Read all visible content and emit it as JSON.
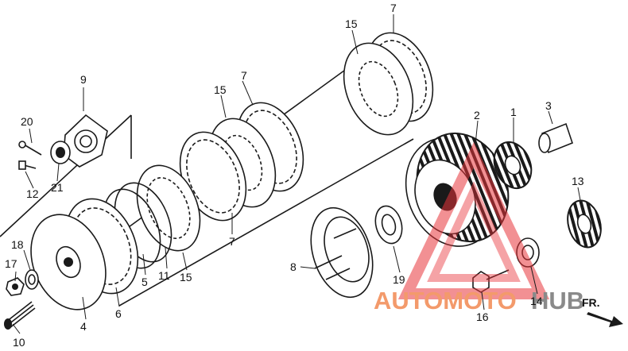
{
  "diagram": {
    "part_labels": {
      "p1": "1",
      "p2": "2",
      "p3": "3",
      "p4": "4",
      "p5": "5",
      "p6": "6",
      "p7a": "7",
      "p7b": "7",
      "p7c": "7",
      "p8": "8",
      "p9": "9",
      "p10": "10",
      "p11": "11",
      "p12": "12",
      "p13": "13",
      "p14": "14",
      "p15a": "15",
      "p15b": "15",
      "p15c": "15",
      "p16": "16",
      "p17": "17",
      "p18": "18",
      "p19": "19",
      "p20": "20",
      "p21": "21"
    },
    "front_marker": "FR."
  },
  "watermark": {
    "text_part1": "AUTOMOTO",
    "text_part2": "HUB",
    "color_part1": "#f39a6b",
    "color_part2": "#8a8a8a",
    "triangle_color": "#e8343a"
  }
}
